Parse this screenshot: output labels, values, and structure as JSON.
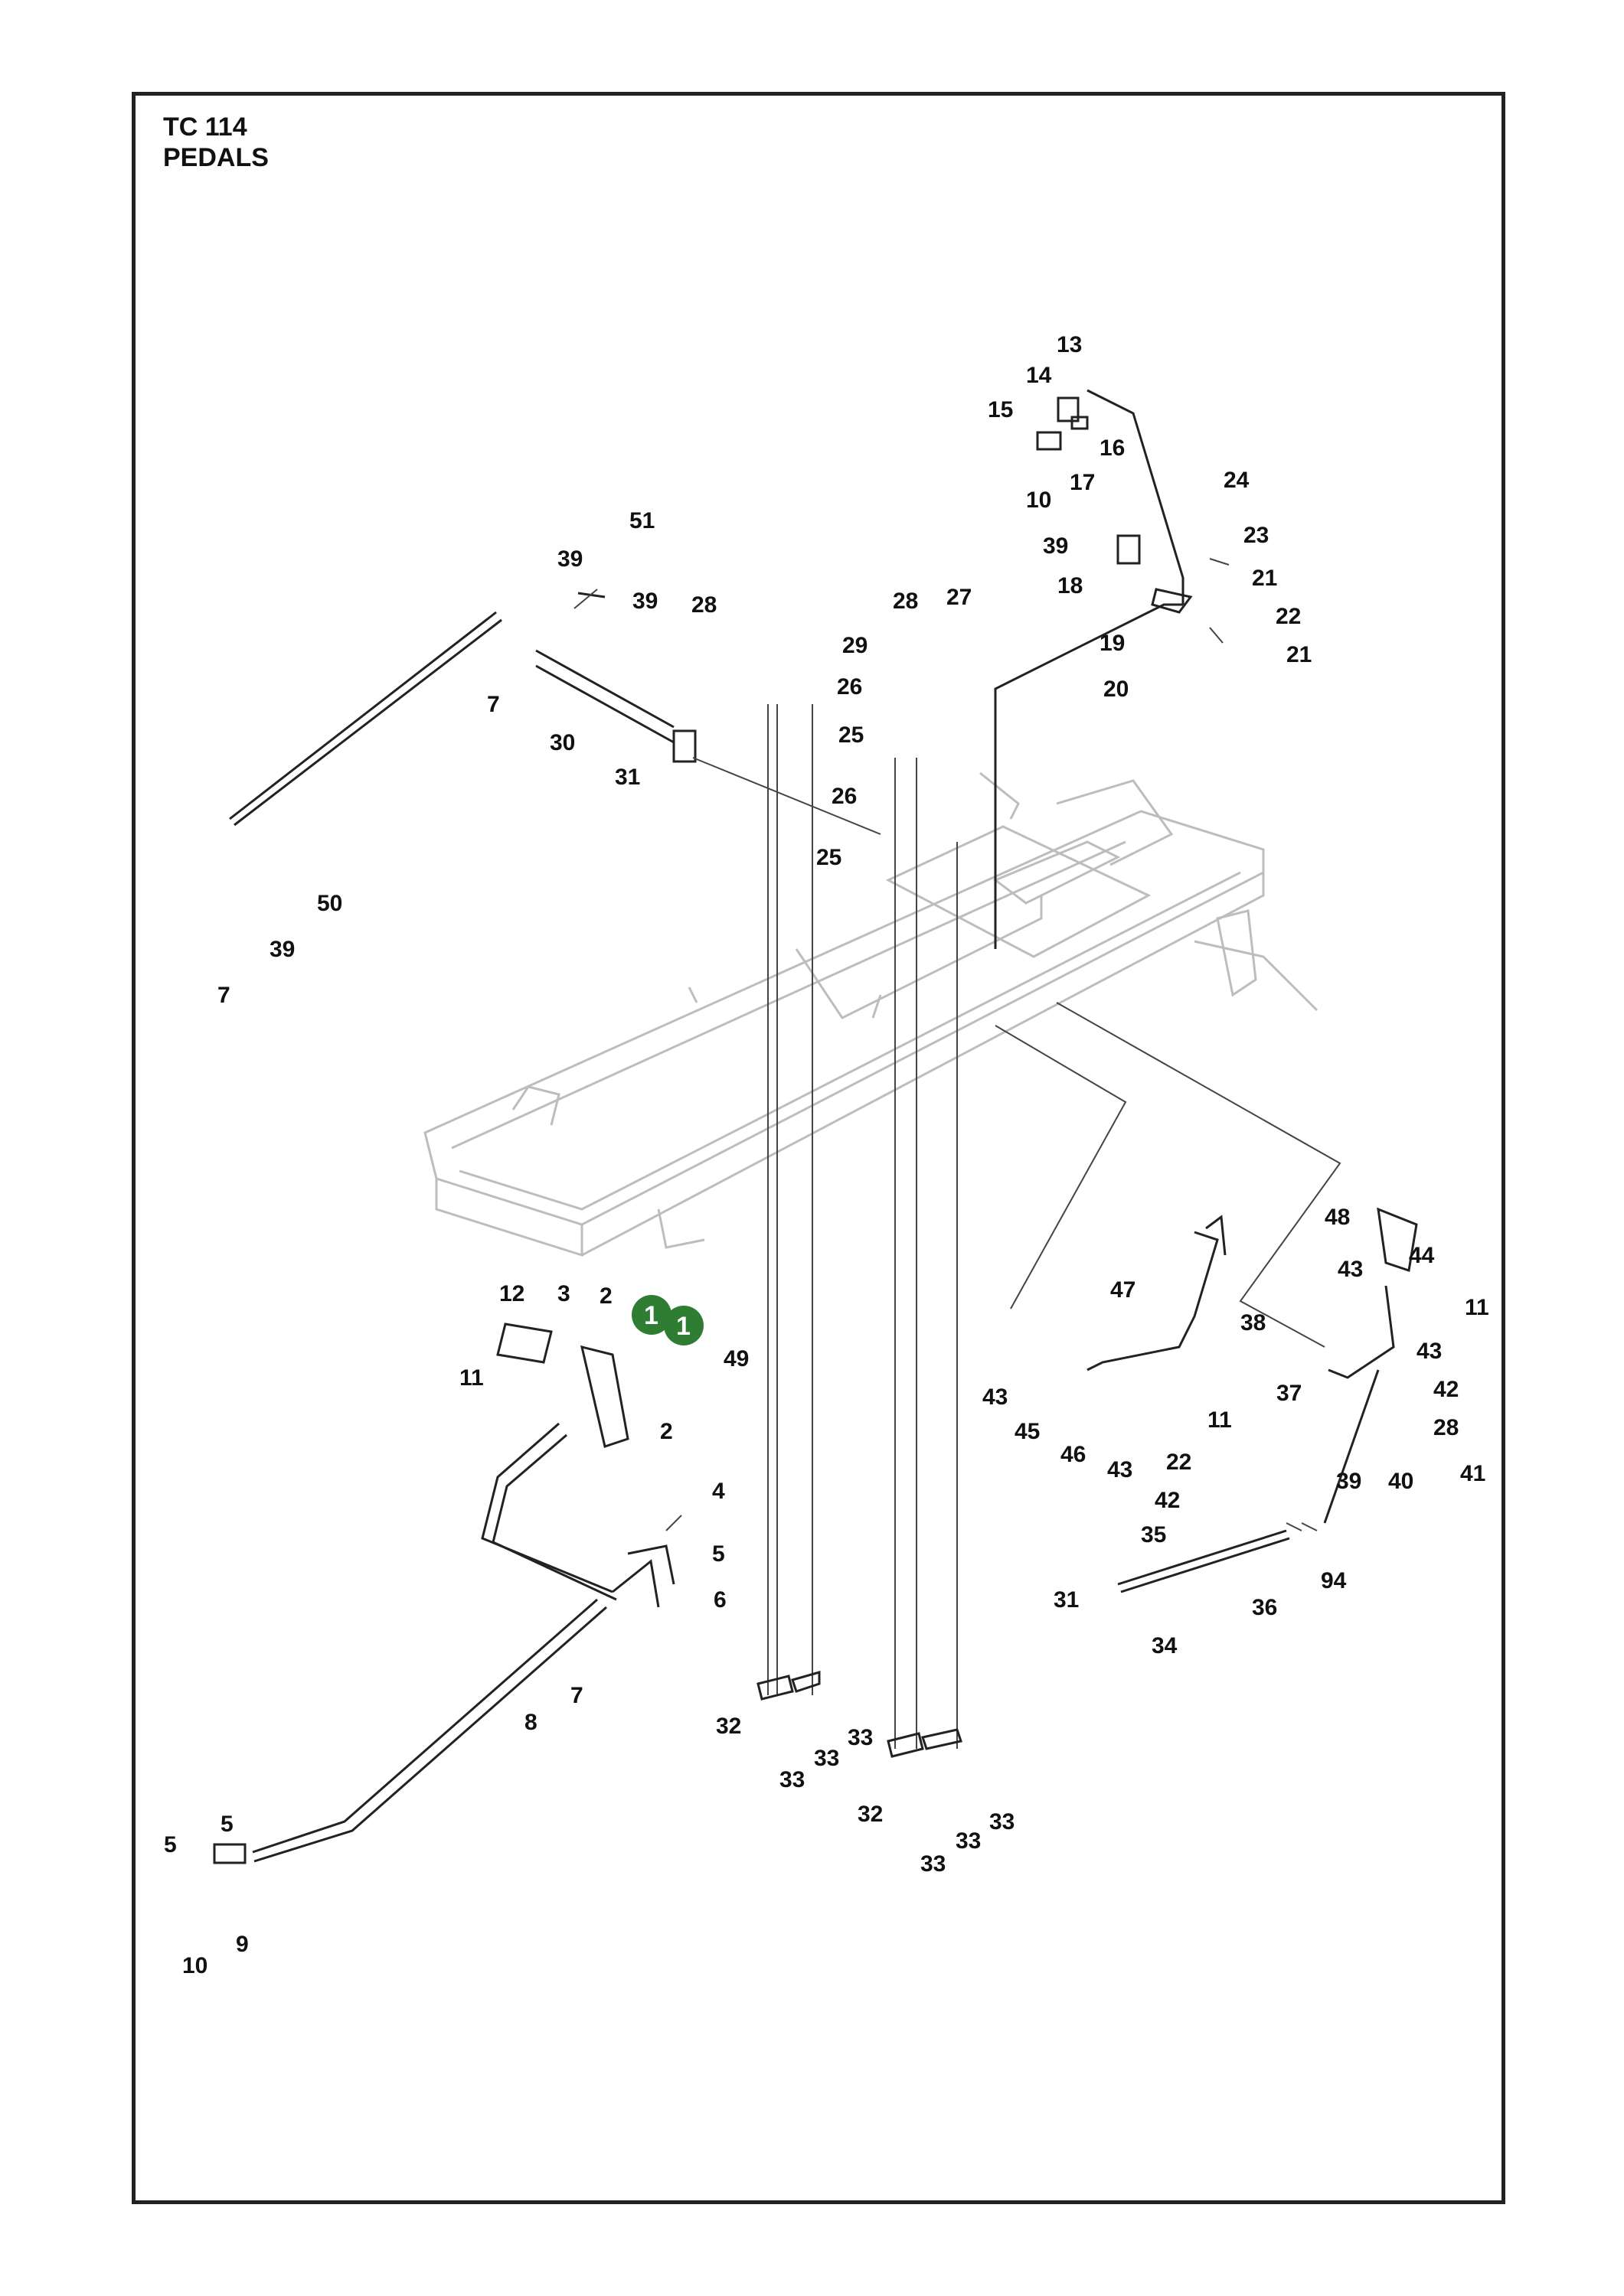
{
  "header": {
    "model": "TC 114",
    "section": "PEDALS"
  },
  "colors": {
    "badge": "#2e7d32",
    "frame_outline": "#bdbdbd",
    "line": "#222222"
  },
  "callouts": [
    {
      "id": "c13",
      "text": "13"
    },
    {
      "id": "c14",
      "text": "14"
    },
    {
      "id": "c15",
      "text": "15"
    },
    {
      "id": "c16",
      "text": "16"
    },
    {
      "id": "c24",
      "text": "24"
    },
    {
      "id": "c17",
      "text": "17"
    },
    {
      "id": "c10a",
      "text": "10"
    },
    {
      "id": "c39a",
      "text": "39"
    },
    {
      "id": "c23",
      "text": "23"
    },
    {
      "id": "c18",
      "text": "18"
    },
    {
      "id": "c21a",
      "text": "21"
    },
    {
      "id": "c22a",
      "text": "22"
    },
    {
      "id": "c19",
      "text": "19"
    },
    {
      "id": "c21b",
      "text": "21"
    },
    {
      "id": "c20",
      "text": "20"
    },
    {
      "id": "c51",
      "text": "51"
    },
    {
      "id": "c39b",
      "text": "39"
    },
    {
      "id": "c39c",
      "text": "39"
    },
    {
      "id": "c28a",
      "text": "28"
    },
    {
      "id": "c29",
      "text": "29"
    },
    {
      "id": "c28b",
      "text": "28"
    },
    {
      "id": "c27",
      "text": "27"
    },
    {
      "id": "c26a",
      "text": "26"
    },
    {
      "id": "c7a",
      "text": "7"
    },
    {
      "id": "c30",
      "text": "30"
    },
    {
      "id": "c25a",
      "text": "25"
    },
    {
      "id": "c31a",
      "text": "31"
    },
    {
      "id": "c26b",
      "text": "26"
    },
    {
      "id": "c25b",
      "text": "25"
    },
    {
      "id": "c50",
      "text": "50"
    },
    {
      "id": "c39d",
      "text": "39"
    },
    {
      "id": "c7b",
      "text": "7"
    },
    {
      "id": "c48",
      "text": "48"
    },
    {
      "id": "c43a",
      "text": "43"
    },
    {
      "id": "c44",
      "text": "44"
    },
    {
      "id": "c47",
      "text": "47"
    },
    {
      "id": "c11a",
      "text": "11"
    },
    {
      "id": "c38",
      "text": "38"
    },
    {
      "id": "c43b",
      "text": "43"
    },
    {
      "id": "c37",
      "text": "37"
    },
    {
      "id": "c42a",
      "text": "42"
    },
    {
      "id": "c28c",
      "text": "28"
    },
    {
      "id": "c43c",
      "text": "43"
    },
    {
      "id": "c45",
      "text": "45"
    },
    {
      "id": "c46",
      "text": "46"
    },
    {
      "id": "c11b",
      "text": "11"
    },
    {
      "id": "c22b",
      "text": "22"
    },
    {
      "id": "c43d",
      "text": "43"
    },
    {
      "id": "c42b",
      "text": "42"
    },
    {
      "id": "c39e",
      "text": "39"
    },
    {
      "id": "c40",
      "text": "40"
    },
    {
      "id": "c41",
      "text": "41"
    },
    {
      "id": "c35",
      "text": "35"
    },
    {
      "id": "c94",
      "text": "94"
    },
    {
      "id": "c31b",
      "text": "31"
    },
    {
      "id": "c36",
      "text": "36"
    },
    {
      "id": "c34",
      "text": "34"
    },
    {
      "id": "c12",
      "text": "12"
    },
    {
      "id": "c3",
      "text": "3"
    },
    {
      "id": "c2a",
      "text": "2"
    },
    {
      "id": "c49",
      "text": "49"
    },
    {
      "id": "c11c",
      "text": "11"
    },
    {
      "id": "c2b",
      "text": "2"
    },
    {
      "id": "c4",
      "text": "4"
    },
    {
      "id": "c5a",
      "text": "5"
    },
    {
      "id": "c6",
      "text": "6"
    },
    {
      "id": "c7c",
      "text": "7"
    },
    {
      "id": "c8",
      "text": "8"
    },
    {
      "id": "c32a",
      "text": "32"
    },
    {
      "id": "c33a",
      "text": "33"
    },
    {
      "id": "c33b",
      "text": "33"
    },
    {
      "id": "c33c",
      "text": "33"
    },
    {
      "id": "c32b",
      "text": "32"
    },
    {
      "id": "c33d",
      "text": "33"
    },
    {
      "id": "c33e",
      "text": "33"
    },
    {
      "id": "c33f",
      "text": "33"
    },
    {
      "id": "c5b",
      "text": "5"
    },
    {
      "id": "c5c",
      "text": "5"
    },
    {
      "id": "c9",
      "text": "9"
    },
    {
      "id": "c10b",
      "text": "10"
    }
  ],
  "badges": [
    {
      "id": "b1",
      "text": "1"
    },
    {
      "id": "b2",
      "text": "1"
    }
  ]
}
